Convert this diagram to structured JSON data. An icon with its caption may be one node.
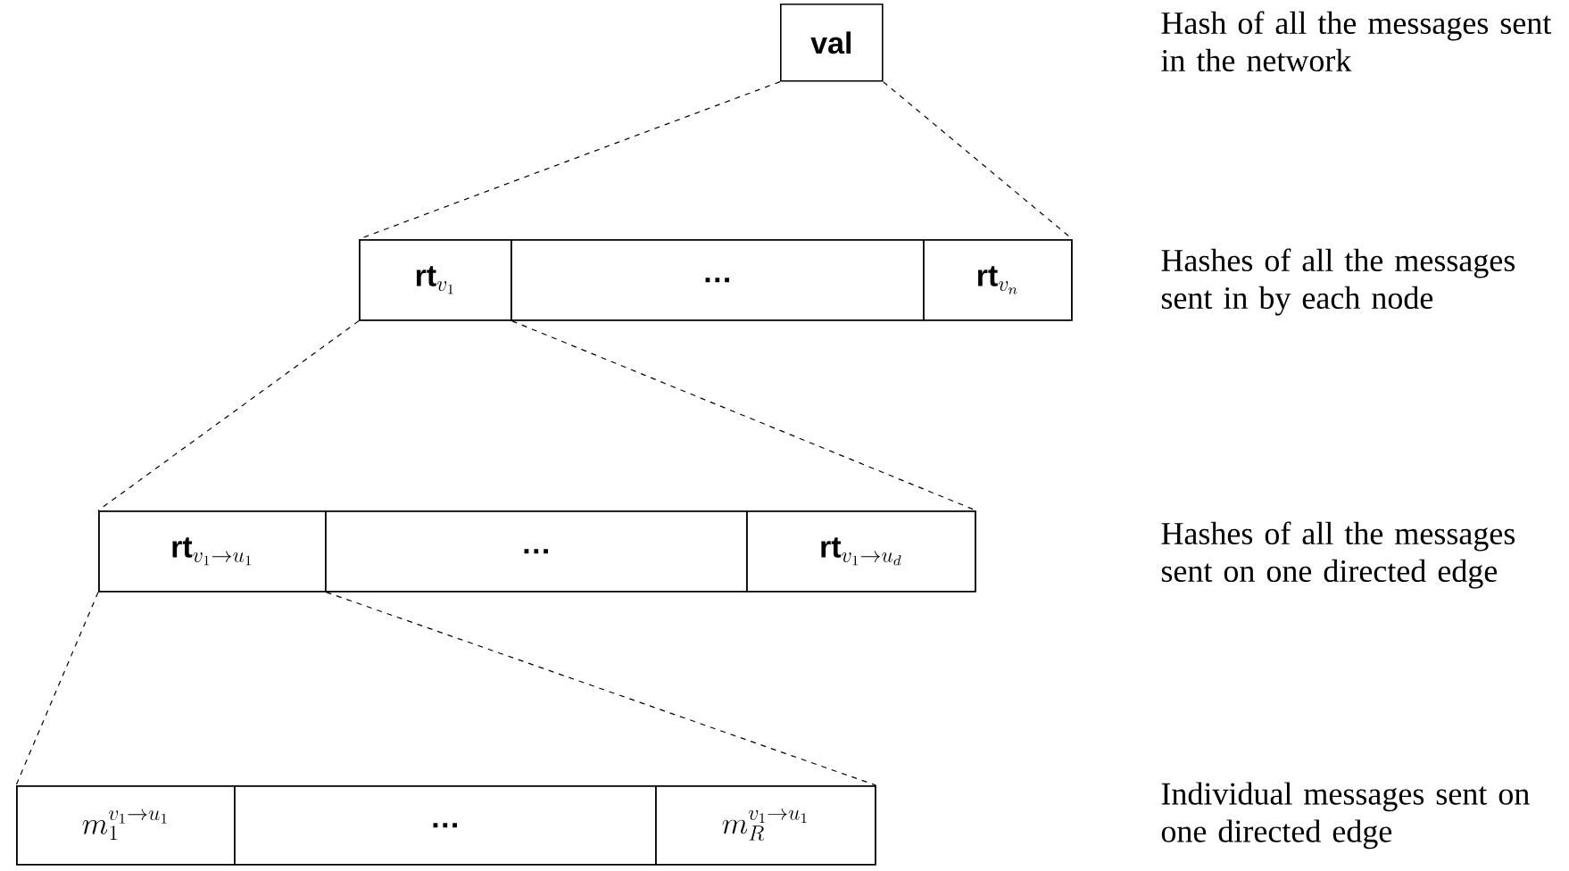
{
  "diagram": {
    "nodes": [
      {
        "text": [
          "val"
        ]
      },
      {
        "text": [],
        "shape": "bar"
      },
      {
        "text": [
          "\\textbf{rt}_{v_1}"
        ],
        "in": 1
      },
      {
        "text": [
          "…"
        ],
        "in": 1
      },
      {
        "text": [
          "\\textbf{rt}_{v_n}"
        ],
        "in": 1
      },
      {
        "text": [],
        "shape": "bar"
      },
      {
        "text": [
          "\\textbf{rt}_{v_1 \\to u_1}"
        ],
        "in": 5
      },
      {
        "text": [
          "…"
        ],
        "in": 5
      },
      {
        "text": [
          "\\textbf{rt}_{v_1 \\to u_d}"
        ],
        "in": 5
      },
      {
        "text": [],
        "shape": "bar"
      },
      {
        "text": [
          "m_1^{v_1 \\to u_1}"
        ],
        "in": 9
      },
      {
        "text": [
          "…"
        ],
        "in": 9
      },
      {
        "text": [
          "m_R^{v_1 \\to u_1}"
        ],
        "in": 9
      }
    ],
    "edges": [
      {
        "from": 0,
        "to": 1,
        "arrow": "none",
        "style": "dashed"
      },
      {
        "from": 0,
        "to": 1,
        "arrow": "none",
        "style": "dashed"
      },
      {
        "from": 2,
        "to": 5,
        "arrow": "none",
        "style": "dashed"
      },
      {
        "from": 2,
        "to": 5,
        "arrow": "none",
        "style": "dashed"
      },
      {
        "from": 6,
        "to": 9,
        "arrow": "none",
        "style": "dashed"
      },
      {
        "from": 6,
        "to": 9,
        "arrow": "none",
        "style": "dashed"
      }
    ],
    "labels": [
      "Hash of all the messages sent in the network",
      "Hashes of all the messages sent in by each node",
      "Hashes of all the messages sent on one directed edge",
      "Individual messages sent on one directed edge"
    ]
  }
}
